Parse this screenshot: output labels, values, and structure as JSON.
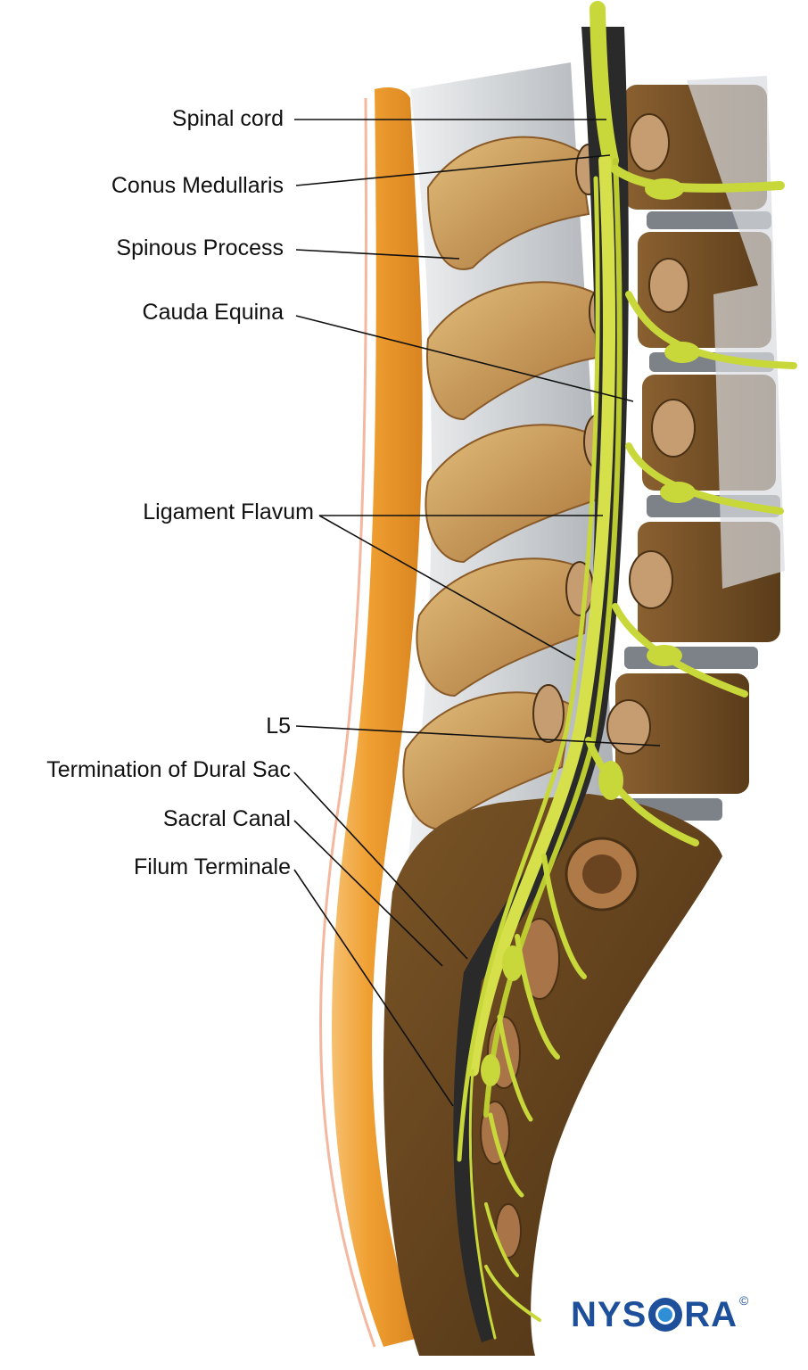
{
  "labels": {
    "spinal_cord": "Spinal cord",
    "conus_medullaris": "Conus Medullaris",
    "spinous_process": "Spinous Process",
    "cauda_equina": "Cauda Equina",
    "ligament_flavum": "Ligament Flavum",
    "l5": "L5",
    "termination_dural_sac": "Termination of Dural Sac",
    "sacral_canal": "Sacral Canal",
    "filum_terminale": "Filum Terminale"
  },
  "logo": {
    "text_before": "NYS",
    "text_after": "RA",
    "copyright": "©"
  },
  "colors": {
    "fat": "#f0a032",
    "fat_dark": "#d07a18",
    "bone": "#c89a55",
    "bone_dark": "#8a5a28",
    "vertebral_body": "#6e4a22",
    "ligament": "#c9ccd0",
    "nerve": "#c8d83a",
    "nerve_dark": "#8fa020",
    "dura": "#2a2a2a",
    "logo_blue": "#1d4f9a"
  }
}
